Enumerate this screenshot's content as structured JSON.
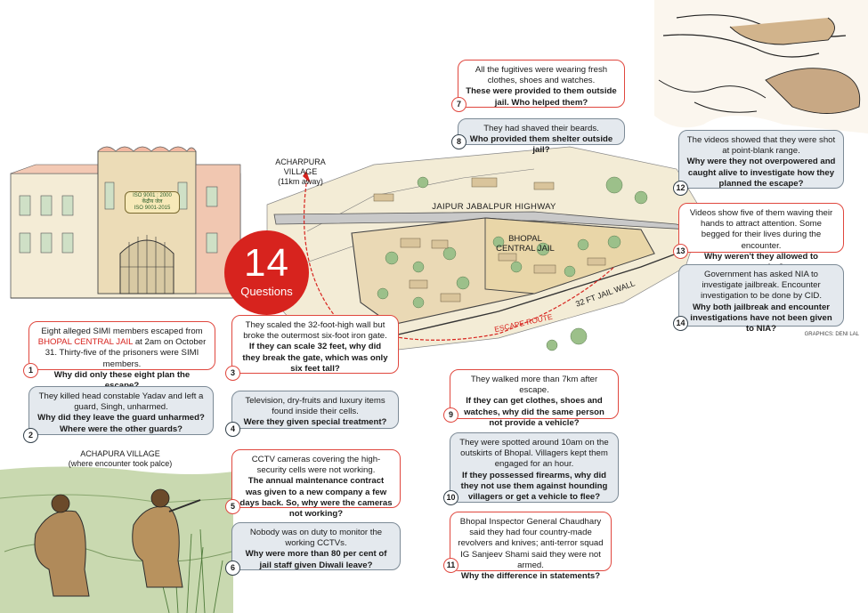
{
  "badge": {
    "number": "14",
    "word": "Questions"
  },
  "labels": {
    "village_top_name": "ACHARPURA VILLAGE",
    "village_top_dist": "(11km away)",
    "highway": "JAIPUR JABALPUR HIGHWAY",
    "jail_line1": "BHOPAL",
    "jail_line2": "CENTRAL JAIL",
    "wall": "32 FT JAIL WALL",
    "escape": "ESCAPE ROUTE",
    "village_bottom_name": "ACHAPURA VILLAGE",
    "village_bottom_sub": "(where encounter took palce)",
    "gate_sign1": "ISO 9001 : 2000",
    "gate_sign2": "केंद्रीय जेल",
    "gate_sign3": "ISO 9001-2015",
    "credit": "GRAPHICS: DENI LAL"
  },
  "questions": [
    {
      "num": "1",
      "text_a": "Eight alleged SIMI members escaped from",
      "text_hl": "BHOPAL CENTRAL JAIL",
      "text_b": " at 2am on October 31. Thirty-five of the prisoners were SIMI members.",
      "question": "Why did only these eight plan the escape?"
    },
    {
      "num": "2",
      "text": "They killed head constable Yadav and left a guard, Singh, unharmed.",
      "question": "Why did they leave the guard unharmed? Where were the other guards?"
    },
    {
      "num": "3",
      "text": "They scaled the 32-foot-high wall but broke the outermost six-foot iron gate.",
      "question": "If they can scale 32 feet, why did they break the gate, which was only six feet tall?"
    },
    {
      "num": "4",
      "text": "Television, dry-fruits and luxury items found inside their cells.",
      "question": "Were they given special treatment?"
    },
    {
      "num": "5",
      "text": "CCTV cameras covering the high-security cells were not working.",
      "question": "The annual maintenance contract was given to a new company a few days back. So, why were the cameras not working?"
    },
    {
      "num": "6",
      "text": "Nobody was on duty to monitor the working CCTVs.",
      "question": "Why were more than 80 per cent of jail staff given Diwali leave?"
    },
    {
      "num": "7",
      "text": "All the fugitives were wearing fresh clothes, shoes and watches.",
      "question": "These were provided to them outside jail. Who helped them?"
    },
    {
      "num": "8",
      "text": "They had shaved their beards.",
      "question": "Who provided them shelter outside jail?"
    },
    {
      "num": "9",
      "text": "They walked more than 7km after escape.",
      "question": "If they can get clothes, shoes and watches, why did the same person not provide a vehicle?"
    },
    {
      "num": "10",
      "text": "They were spotted around 10am on the outskirts of Bhopal. Villagers kept them engaged for an hour.",
      "question": "If they possessed firearms, why did they not use them against hounding villagers or get a vehicle to flee?"
    },
    {
      "num": "11",
      "text": "Bhopal Inspector General Chaudhary said they had four country-made revolvers and knives; anti-terror squad IG Sanjeev Shami said they were not armed.",
      "question": "Why the difference in statements?"
    },
    {
      "num": "12",
      "text": "The videos showed that they were shot at point-blank range.",
      "question": "Why were they not overpowered and caught alive to investigate how they planned the escape?"
    },
    {
      "num": "13",
      "text": "Videos show five of them waving their hands to attract attention. Some begged for their lives during the encounter.",
      "question": "Why weren't they allowed to surrender?"
    },
    {
      "num": "14",
      "text": "Government has asked NIA to investigate jailbreak. Encounter investigation to be done by CID.",
      "question": "Why both jailbreak and encounter investigations have not been given to NIA?"
    }
  ],
  "colors": {
    "accent": "#d7231e",
    "box_gray": "#e4e9ee",
    "border_gray": "#7c8a96"
  }
}
